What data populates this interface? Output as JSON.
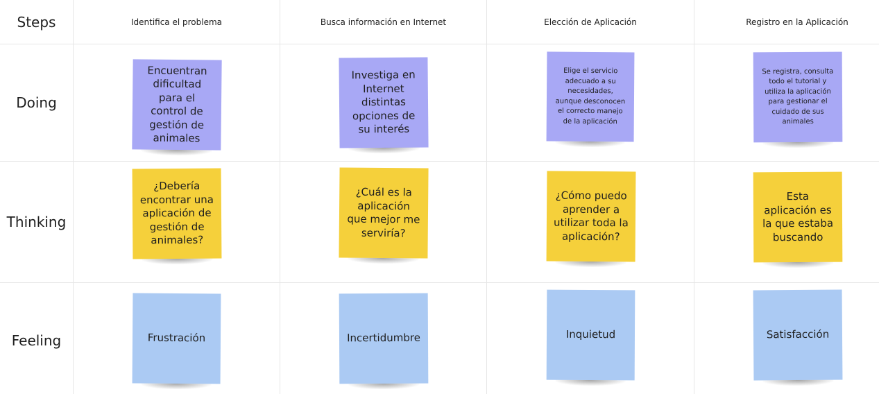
{
  "rows": {
    "steps": "Steps",
    "doing": "Doing",
    "thinking": "Thinking",
    "feeling": "Feeling"
  },
  "steps": [
    "Identifica el problema",
    "Busca información en Internet",
    "Elección de Aplicación",
    "Registro en la Aplicación"
  ],
  "doing": [
    "Encuentran dificultad para el control de gestión de animales",
    "Investiga en Internet distintas opciones de su interés",
    "Elige el servicio adecuado a su necesidades, aunque desconocen el correcto manejo de la aplicación",
    "Se registra, consulta todo el tutorial y utiliza la aplicación para gestionar el cuidado de sus animales"
  ],
  "thinking": [
    "¿Debería encontrar una aplicación de gestión de animales?",
    "¿Cuál es la aplicación que mejor me serviría?",
    "¿Cómo puedo aprender a utilizar toda la aplicación?",
    "Esta aplicación es la que estaba buscando"
  ],
  "feeling": [
    "Frustración",
    "Incertidumbre",
    "Inquietud",
    "Satisfacción"
  ],
  "colors": {
    "doing": "#a8a8f5",
    "thinking": "#f5d03b",
    "feeling": "#abcaf3",
    "grid": "#e6e6e6"
  }
}
